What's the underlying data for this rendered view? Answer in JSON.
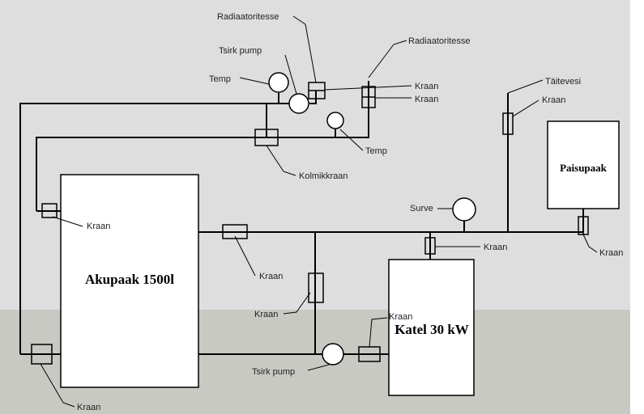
{
  "diagram": {
    "tanks": {
      "accumulator": "Akupaak 1500l",
      "boiler": "Katel 30 kW",
      "expansion": "Paisupaak"
    },
    "labels": {
      "radiators_top": "Radiaatoritesse",
      "radiators_right": "Radiaatoritesse",
      "pump_top": "Tsirk pump",
      "pump_bottom": "Tsirk pump",
      "temp_left": "Temp",
      "temp_right": "Temp",
      "valve_radiator_1": "Kraan",
      "valve_radiator_2": "Kraan",
      "fill_water": "Täitevesi",
      "valve_fill": "Kraan",
      "three_way": "Kolmikkraan",
      "valve_left": "Kraan",
      "valve_acc_top": "Kraan",
      "pressure": "Surve",
      "valve_boiler_top": "Kraan",
      "valve_expansion": "Kraan",
      "valve_riser": "Kraan",
      "valve_boiler_inlet": "Kraan",
      "valve_bottom_left": "Kraan"
    },
    "colors": {
      "background_upper": "#dedede",
      "background_lower": "#c9c9c3",
      "line": "#000000",
      "fill": "#ffffff"
    }
  }
}
